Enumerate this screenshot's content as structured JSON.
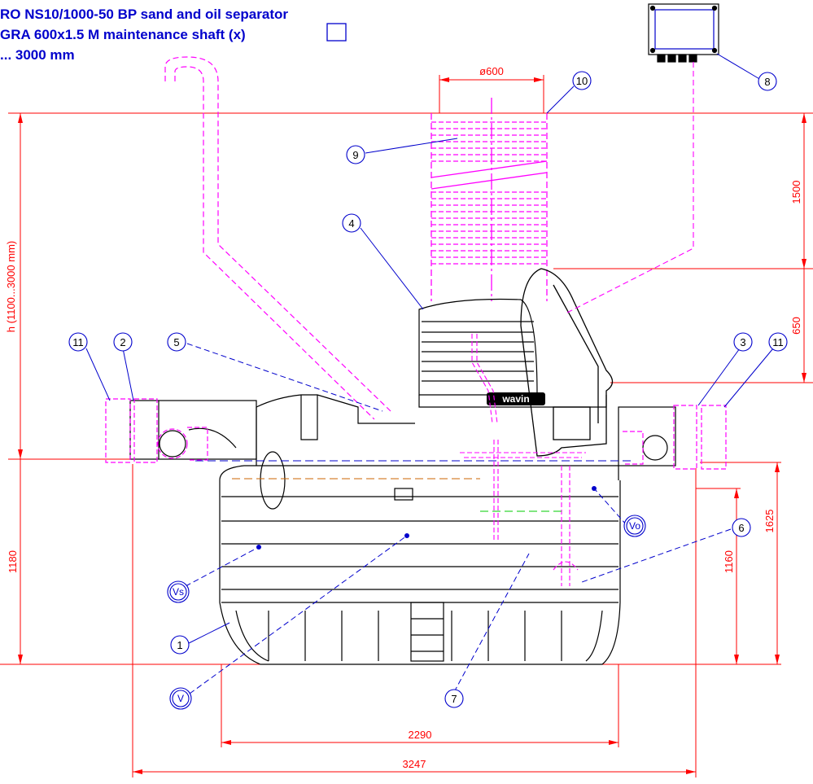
{
  "title": {
    "line1": "RO NS10/1000-50 BP sand and oil separator",
    "line2": "GRA 600x1.5 M maintenance shaft (x)",
    "line3": "... 3000 mm"
  },
  "brand": "wavin",
  "dimensions": {
    "shaft_diameter": "ø600",
    "height_range": "h (1100...3000 mm)",
    "d1500": "1500",
    "d650": "650",
    "d1625": "1625",
    "d1160": "1160",
    "d1180": "1180",
    "d2290": "2290",
    "d3247": "3247"
  },
  "callouts": {
    "c1": "1",
    "c2": "2",
    "c3": "3",
    "c4": "4",
    "c5": "5",
    "c6": "6",
    "c7": "7",
    "c8": "8",
    "c9": "9",
    "c10": "10",
    "c11a": "11",
    "c11b": "11",
    "vs": "Vs",
    "vo": "Vo",
    "v": "V"
  },
  "colors": {
    "dimension": "#ff0000",
    "shaft": "#ff00ff",
    "title": "#0000cc",
    "outline": "#000000",
    "level_line": "#0000cc",
    "oil_line": "#cc6600",
    "sensor_line": "#00cc00"
  }
}
